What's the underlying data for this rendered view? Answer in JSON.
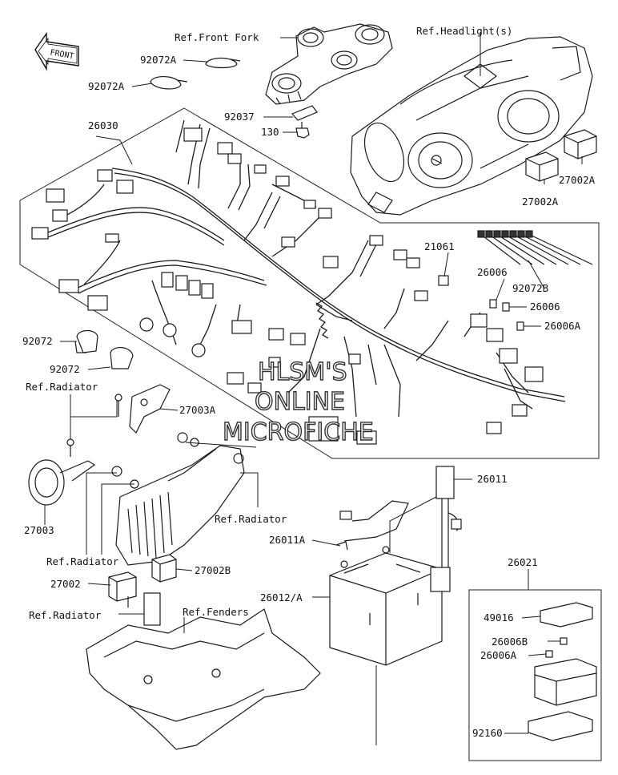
{
  "front_arrow": "FRONT",
  "watermark": [
    "HLSM'S",
    "ONLINE",
    "MICROFICHE"
  ],
  "labels": {
    "ref_front_fork": "Ref.Front Fork",
    "ref_headlights": "Ref.Headlight(s)",
    "p92072A_1": "92072A",
    "p92072A_2": "92072A",
    "p92037": "92037",
    "p130": "130",
    "p26030": "26030",
    "p27002A_1": "27002A",
    "p27002A_2": "27002A",
    "p21061": "21061",
    "p26006_1": "26006",
    "p92072B": "92072B",
    "p26006_2": "26006",
    "p26006A": "26006A",
    "p92072_1": "92072",
    "p92072_2": "92072",
    "ref_radiator_1": "Ref.Radiator",
    "p27003A": "27003A",
    "p27003": "27003",
    "ref_radiator_2": "Ref.Radiator",
    "ref_radiator_3": "Ref.Radiator",
    "p26011": "26011",
    "p26011A": "26011A",
    "p27002B": "27002B",
    "p27002": "27002",
    "p26021": "26021",
    "ref_radiator_4": "Ref.Radiator",
    "ref_fenders": "Ref.Fenders",
    "p26012A": "26012/A",
    "p49016": "49016",
    "p26006B": "26006B",
    "p26006A_2": "26006A",
    "p92160": "92160"
  }
}
